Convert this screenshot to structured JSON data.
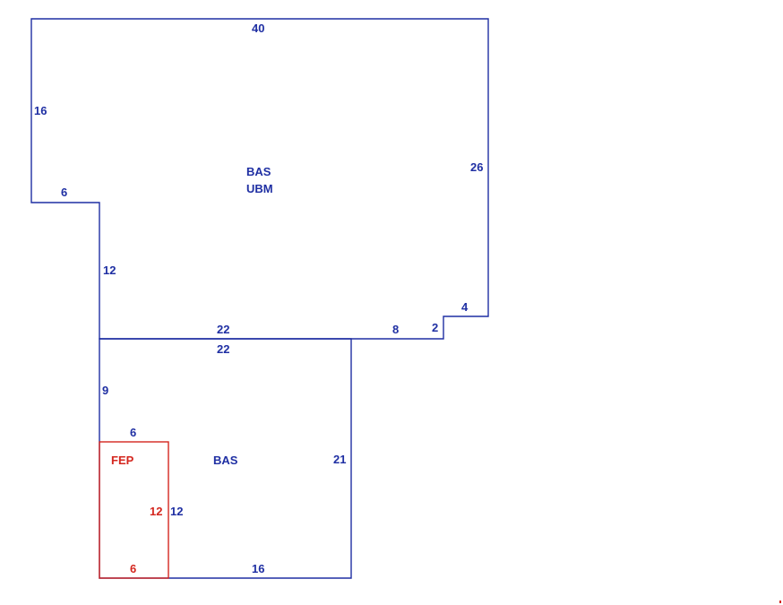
{
  "colors": {
    "main": "#1f2fa3",
    "porch": "#d4261e",
    "background": "#ffffff"
  },
  "upper_area": {
    "codes": [
      "BAS",
      "UBM"
    ],
    "dimensions": {
      "top": "40",
      "left": "16",
      "left_step": "6",
      "left_lower": "12",
      "right": "26",
      "right_step": "4",
      "notch": "2",
      "bottom_right": "8",
      "bottom": "22"
    }
  },
  "lower_area": {
    "code": "BAS",
    "dimensions": {
      "top": "22",
      "left": "9",
      "right": "21",
      "bottom": "16",
      "porch_top": "6",
      "porch_right": "12"
    }
  },
  "porch_area": {
    "code": "FEP",
    "dimensions": {
      "right": "12",
      "bottom": "6"
    }
  }
}
